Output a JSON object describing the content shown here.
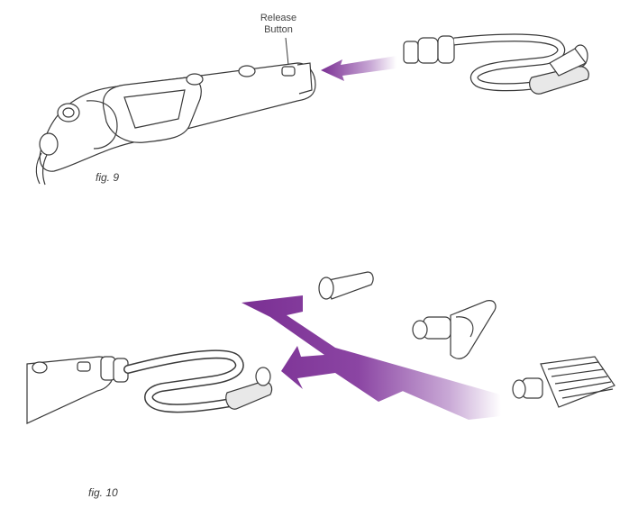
{
  "figure_9": {
    "caption": "fig. 9",
    "callout_line1": "Release",
    "callout_line2": "Button"
  },
  "figure_10": {
    "caption": "fig. 10"
  },
  "colors": {
    "arrow": "#7a2f93",
    "arrow_fade": "#ffffff",
    "line": "#3a3a3a",
    "handle_fill": "#ffffff",
    "grip_fill": "#e8e8e8"
  },
  "icons": [
    "steamer-handle-icon",
    "flexible-hose-icon",
    "release-button-icon",
    "concentrator-nozzle-icon",
    "triangle-brush-icon",
    "bristle-brush-icon",
    "attach-arrow-icon"
  ]
}
